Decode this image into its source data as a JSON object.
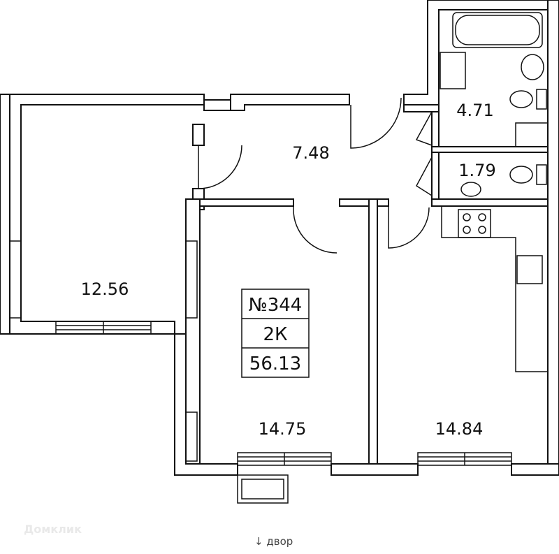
{
  "plan": {
    "apartment_number": "№344",
    "apartment_type": "2К",
    "total_area": "56.13",
    "rooms": [
      {
        "key": "room-12-56",
        "area": "12.56"
      },
      {
        "key": "hall-7-48",
        "area": "7.48"
      },
      {
        "key": "bathroom-4-71",
        "area": "4.71"
      },
      {
        "key": "toilet-1-79",
        "area": "1.79"
      },
      {
        "key": "room-14-75",
        "area": "14.75"
      },
      {
        "key": "kitchen-14-84",
        "area": "14.84"
      }
    ],
    "orientation": {
      "arrow": "↓",
      "label": "двор"
    },
    "watermark": "Домклик"
  }
}
